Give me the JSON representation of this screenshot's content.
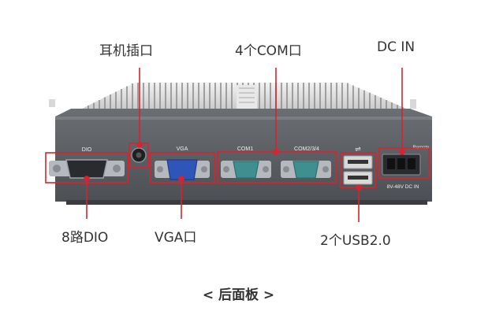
{
  "labels": {
    "earphone": "耳机插口",
    "com": "4个COM口",
    "dcin": "DC IN",
    "dio": "8路DIO",
    "vga": "VGA口",
    "usb": "2个USB2.0"
  },
  "panel_print": {
    "dio": "DIO",
    "vga": "VGA",
    "com1": "COM1",
    "com234": "COM2/3/4",
    "remote": "Remote",
    "dc_rating": "8V-48V DC IN"
  },
  "caption": "< 后面板 >",
  "colors": {
    "accent": "#d9232d",
    "chassis": "#5a5d62",
    "vga_port": "#2f55b8",
    "com_port": "#3f8f90"
  }
}
